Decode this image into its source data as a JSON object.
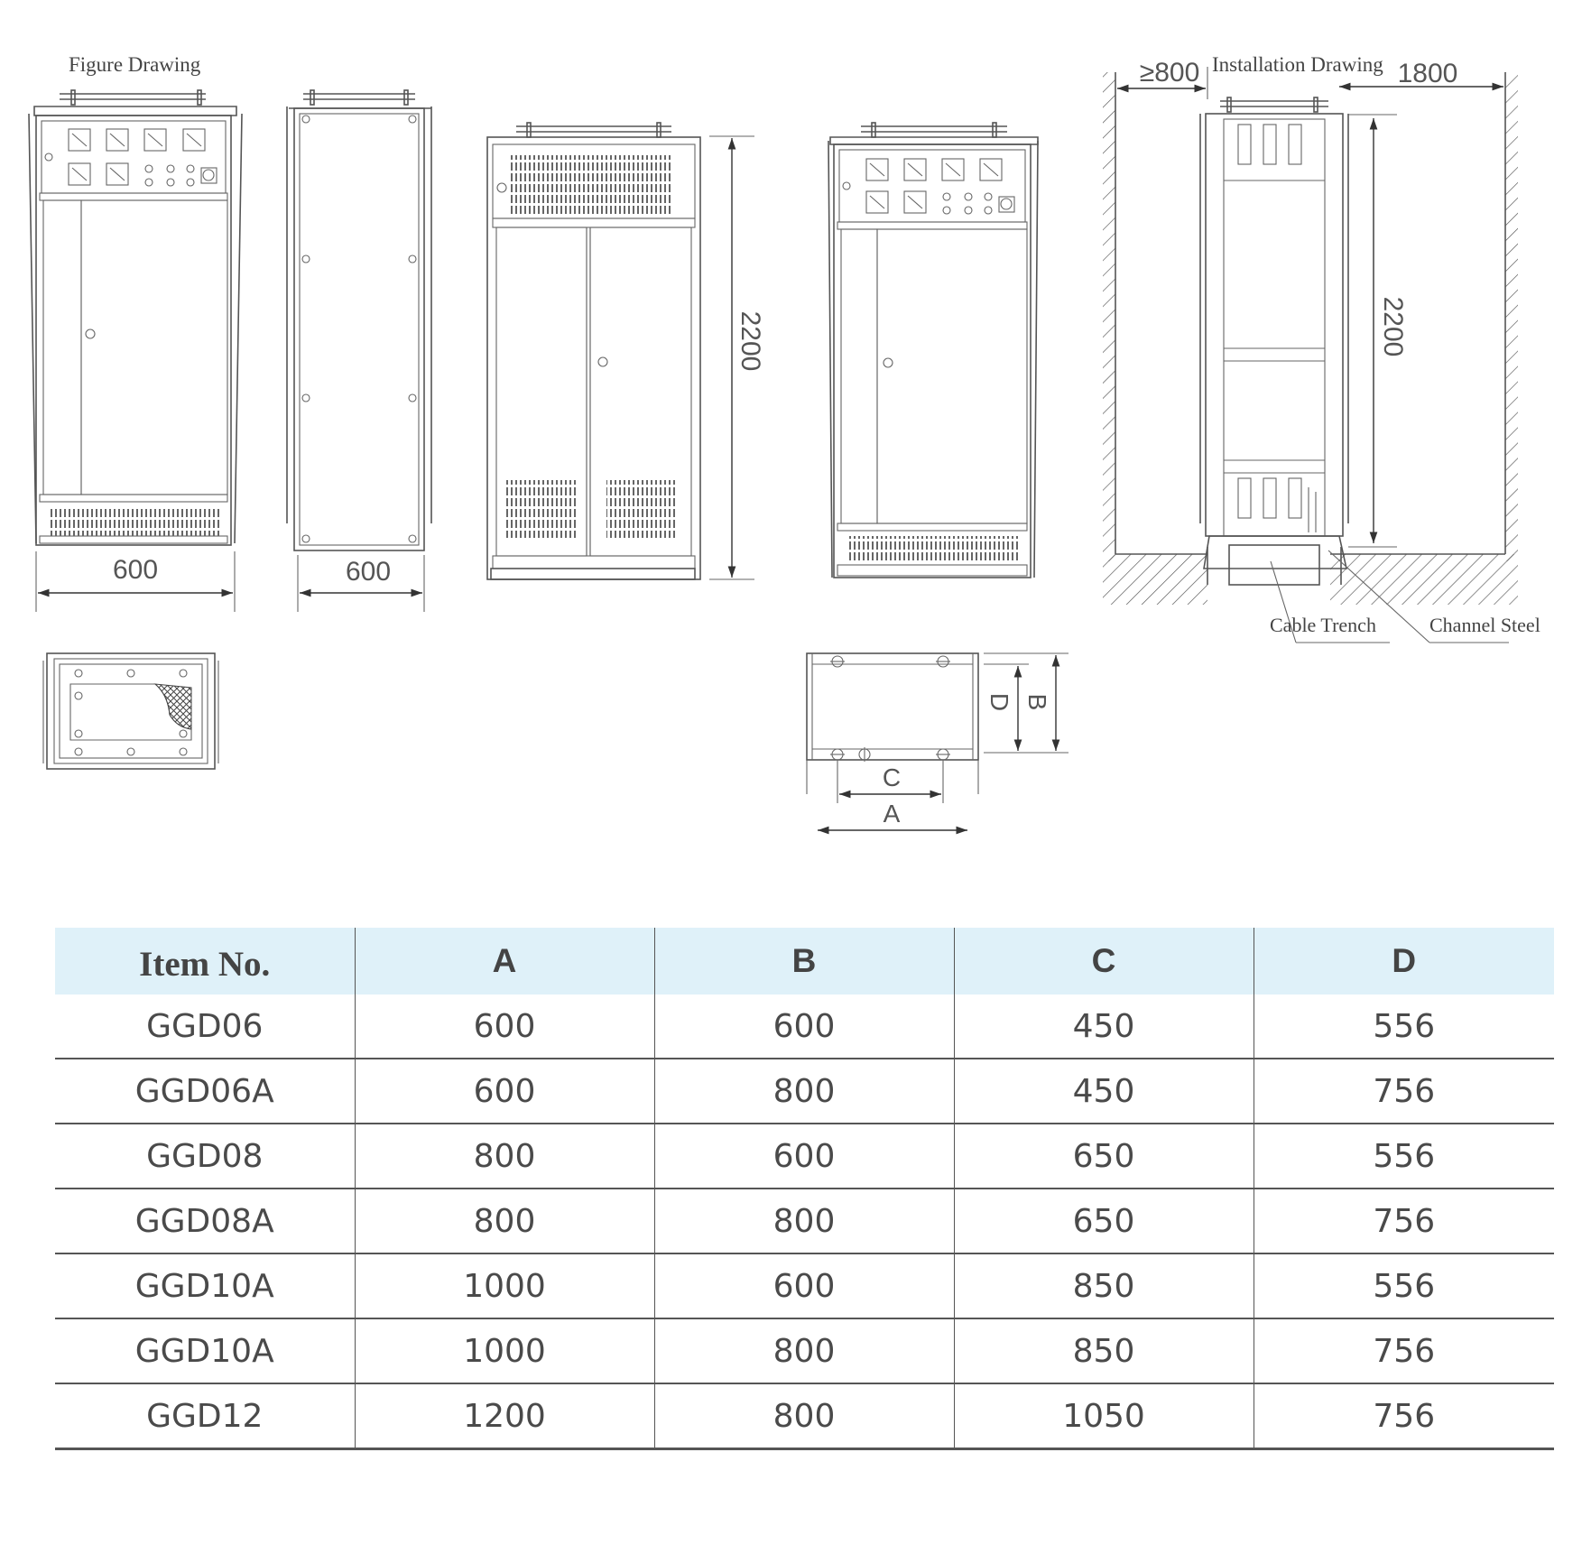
{
  "drawing": {
    "figure_title": "Figure Drawing",
    "installation_title": "Installation Drawing",
    "front_width": "600",
    "side_width": "600",
    "height_front": "2200",
    "height_install": "2200",
    "clearance_front": "≥800",
    "clearance_rear": "1800",
    "cable_trench": "Cable Trench",
    "channel_steel": "Channel Steel",
    "dim_A": "A",
    "dim_B": "B",
    "dim_C": "C",
    "dim_D": "D"
  },
  "table": {
    "headers": [
      "Item No.",
      "A",
      "B",
      "C",
      "D"
    ],
    "rows": [
      [
        "GGD06",
        "600",
        "600",
        "450",
        "556"
      ],
      [
        "GGD06A",
        "600",
        "800",
        "450",
        "756"
      ],
      [
        "GGD08",
        "800",
        "600",
        "650",
        "556"
      ],
      [
        "GGD08A",
        "800",
        "800",
        "650",
        "756"
      ],
      [
        "GGD10A",
        "1000",
        "600",
        "850",
        "556"
      ],
      [
        "GGD10A",
        "1000",
        "800",
        "850",
        "756"
      ],
      [
        "GGD12",
        "1200",
        "800",
        "1050",
        "756"
      ]
    ]
  }
}
